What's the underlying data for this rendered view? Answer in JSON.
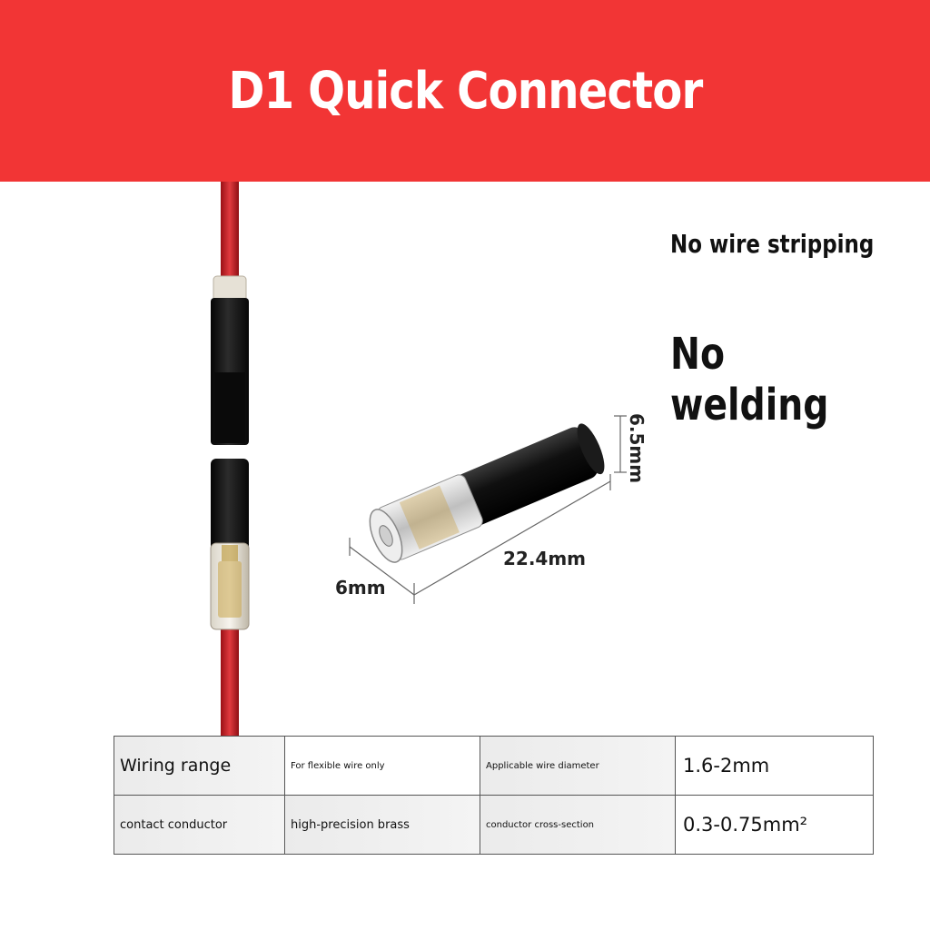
{
  "header": {
    "title": "D1 Quick Connector",
    "background": "#f23535"
  },
  "features": [
    "No wire stripping",
    "No welding"
  ],
  "dimensions": {
    "diameter": "6mm",
    "length": "22.4mm",
    "height": "6.5mm"
  },
  "specs": {
    "rows": [
      [
        "Wiring range",
        "For flexible wire only",
        "Applicable wire diameter",
        "1.6-2mm"
      ],
      [
        "contact conductor",
        "high-precision brass",
        "conductor cross-section",
        "0.3-0.75mm²"
      ]
    ]
  },
  "colors": {
    "wire": "#cc2228",
    "connector_body": "#151515"
  }
}
